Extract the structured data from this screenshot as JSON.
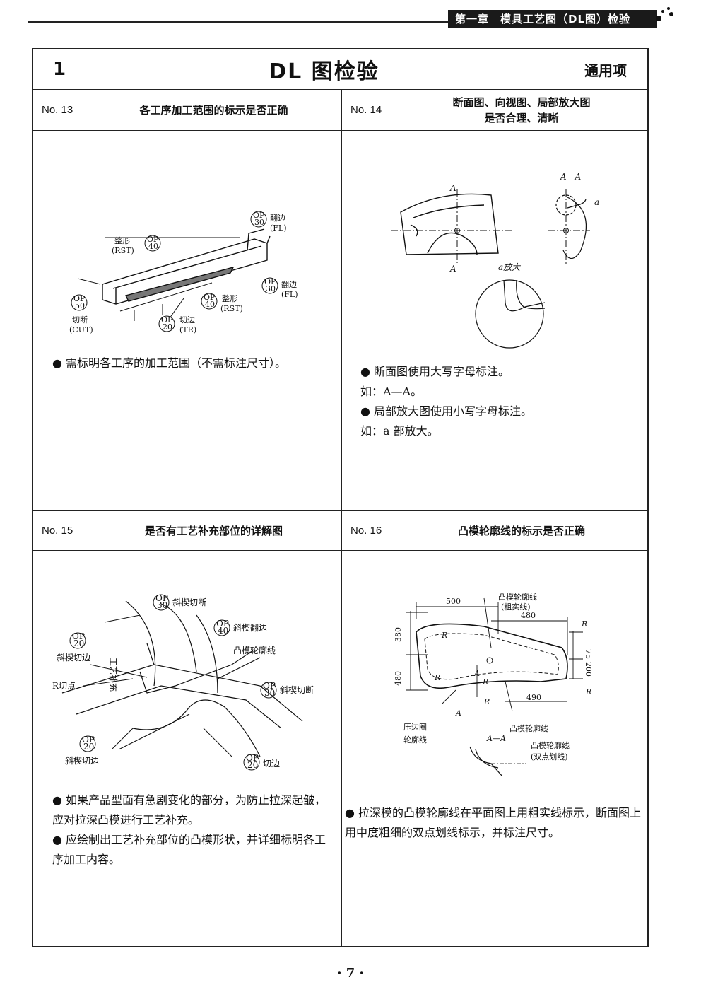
{
  "header": {
    "chapter": "第一章　模具工艺图（DL图）检验"
  },
  "title_row": {
    "num": "1",
    "title": "DL 图检验",
    "tag": "通用项"
  },
  "sections": [
    {
      "no": "No. 13",
      "title": "各工序加工范围的标示是否正确",
      "notes": [
        "需标明各工序的加工范围（不需标注尺寸）。"
      ],
      "labels": {
        "op30": "OP\n30",
        "fan1": "翻边",
        "fl1": "(FL)",
        "op40a": "OP\n40",
        "zx1": "整形",
        "rst1": "(RST)",
        "op30b": "OP\n30",
        "fan2": "翻边",
        "fl2": "(FL)",
        "op50": "OP\n50",
        "qd": "切断",
        "cut": "(CUT)",
        "op40b": "OP\n40",
        "zx2": "整形",
        "rst2": "(RST)",
        "op20": "OP\n20",
        "qb": "切边",
        "tr": "(TR)"
      }
    },
    {
      "no": "No. 14",
      "title_l1": "断面图、向视图、局部放大图",
      "title_l2": "是否合理、清晰",
      "notes": [
        "断面图使用大写字母标注。",
        "如：A—A。",
        "局部放大图使用小写字母标注。",
        "如：a 部放大。"
      ],
      "labels": {
        "aa": "A—A",
        "a1": "A",
        "a2": "A",
        "small_a": "a",
        "zoom": "a放大"
      }
    },
    {
      "no": "No. 15",
      "title": "是否有工艺补充部位的详解图",
      "notes": [
        "如果产品型面有急剧变化的部分，为防止拉深起皱，应对拉深凸模进行工艺补充。",
        "应绘制出工艺补充部位的凸模形状，并详细标明各工序加工内容。"
      ],
      "labels": {
        "op30a": "OP\n30",
        "xmqd1": "斜楔切断",
        "op40": "OP\n40",
        "xmfb": "斜楔翻边",
        "tmlkx": "凸模轮廓线",
        "op20a": "OP\n20",
        "xmqb1": "斜楔切边",
        "rqd": "R切点",
        "gybc": "工艺补充",
        "op30b": "OP\n30",
        "xmqd2": "斜楔切断",
        "op20b": "OP\n20",
        "xmqb2": "斜楔切边",
        "op20c": "OP\n20",
        "qb": "切边"
      }
    },
    {
      "no": "No. 16",
      "title": "凸模轮廓线的标示是否正确",
      "notes": [
        "拉深模的凸模轮廓线在平面图上用粗实线标示，断面图上用中度粗细的双点划线标示，并标注尺寸。"
      ],
      "labels": {
        "tmlkx1": "凸模轮廓线",
        "csx": "(粗实线)",
        "d500": "500",
        "d480a": "480",
        "d380": "380",
        "d480b": "480",
        "d75": "75",
        "d200": "200",
        "d490": "490",
        "r1": "R",
        "r2": "R",
        "r3": "R",
        "r4": "R",
        "r5": "R",
        "r6": "R",
        "a1": "A",
        "a2": "A",
        "aa": "A—A",
        "ybq": "压边圈",
        "lkx": "轮廓线",
        "tmlkx2": "凸模轮廓线",
        "tmlkx3": "凸模轮廓线",
        "sdhx": "(双点划线)"
      }
    }
  ],
  "page_number": "· 7 ·"
}
